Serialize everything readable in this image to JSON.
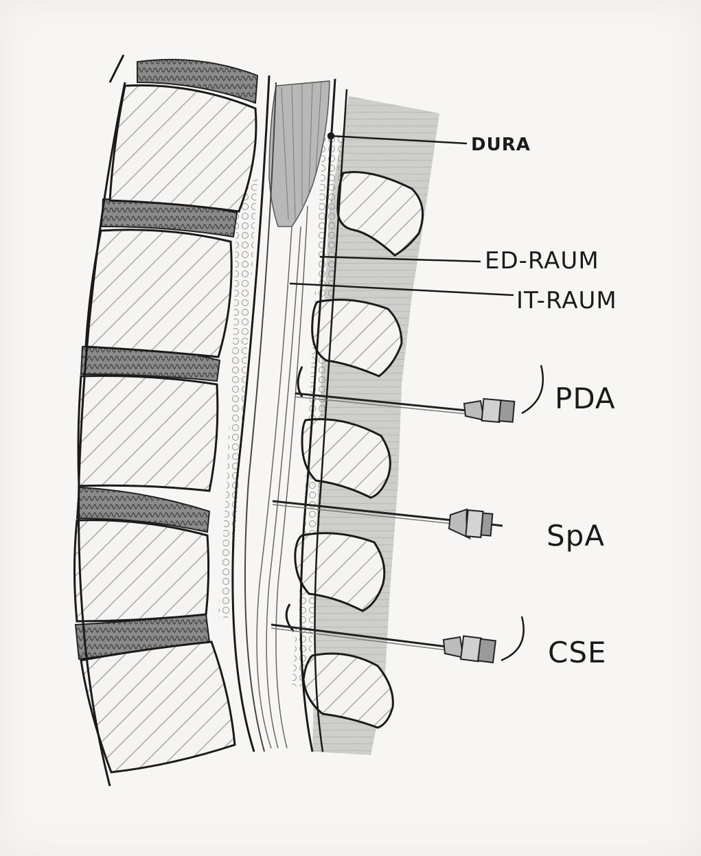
{
  "labels": {
    "dura": "DURA",
    "ed_raum": "ED-RAUM",
    "it_raum": "IT-RAUM",
    "pda": "PDA",
    "spa": "SpA",
    "cse": "CSE"
  }
}
